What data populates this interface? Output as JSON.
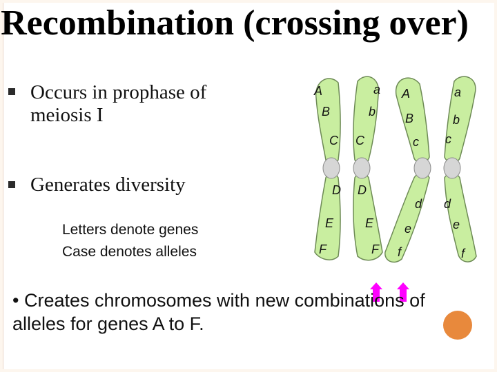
{
  "slide": {
    "title": "Recombination (crossing over)",
    "bullets": [
      "Occurs in prophase of meiosis I",
      "Generates diversity"
    ],
    "notes": [
      "Letters denote genes",
      "Case denotes alleles"
    ],
    "summary": "• Creates chromosomes with new combinations of alleles for genes A to F."
  },
  "diagram": {
    "left_chromosome": {
      "top_left": [
        "A",
        "B",
        "C"
      ],
      "top_right": [
        "a",
        "b",
        "C"
      ],
      "bottom_left": [
        "D",
        "E",
        "F"
      ],
      "bottom_right": [
        "D",
        "E",
        "F"
      ]
    },
    "right_chromosome": {
      "top_left": [
        "A",
        "B",
        "c"
      ],
      "top_right": [
        "a",
        "b",
        "c"
      ],
      "bottom_left": [
        "d",
        "e",
        "f"
      ],
      "bottom_right": [
        "d",
        "e",
        "f"
      ]
    },
    "colors": {
      "chromatid_fill": "#c9eea0",
      "chromatid_stroke": "#6d8a55",
      "centromere": "#d6d6d6",
      "arrow": "#ff00ff",
      "orange_dot": "#e8893c",
      "bullet": "#2b2b2b"
    }
  }
}
